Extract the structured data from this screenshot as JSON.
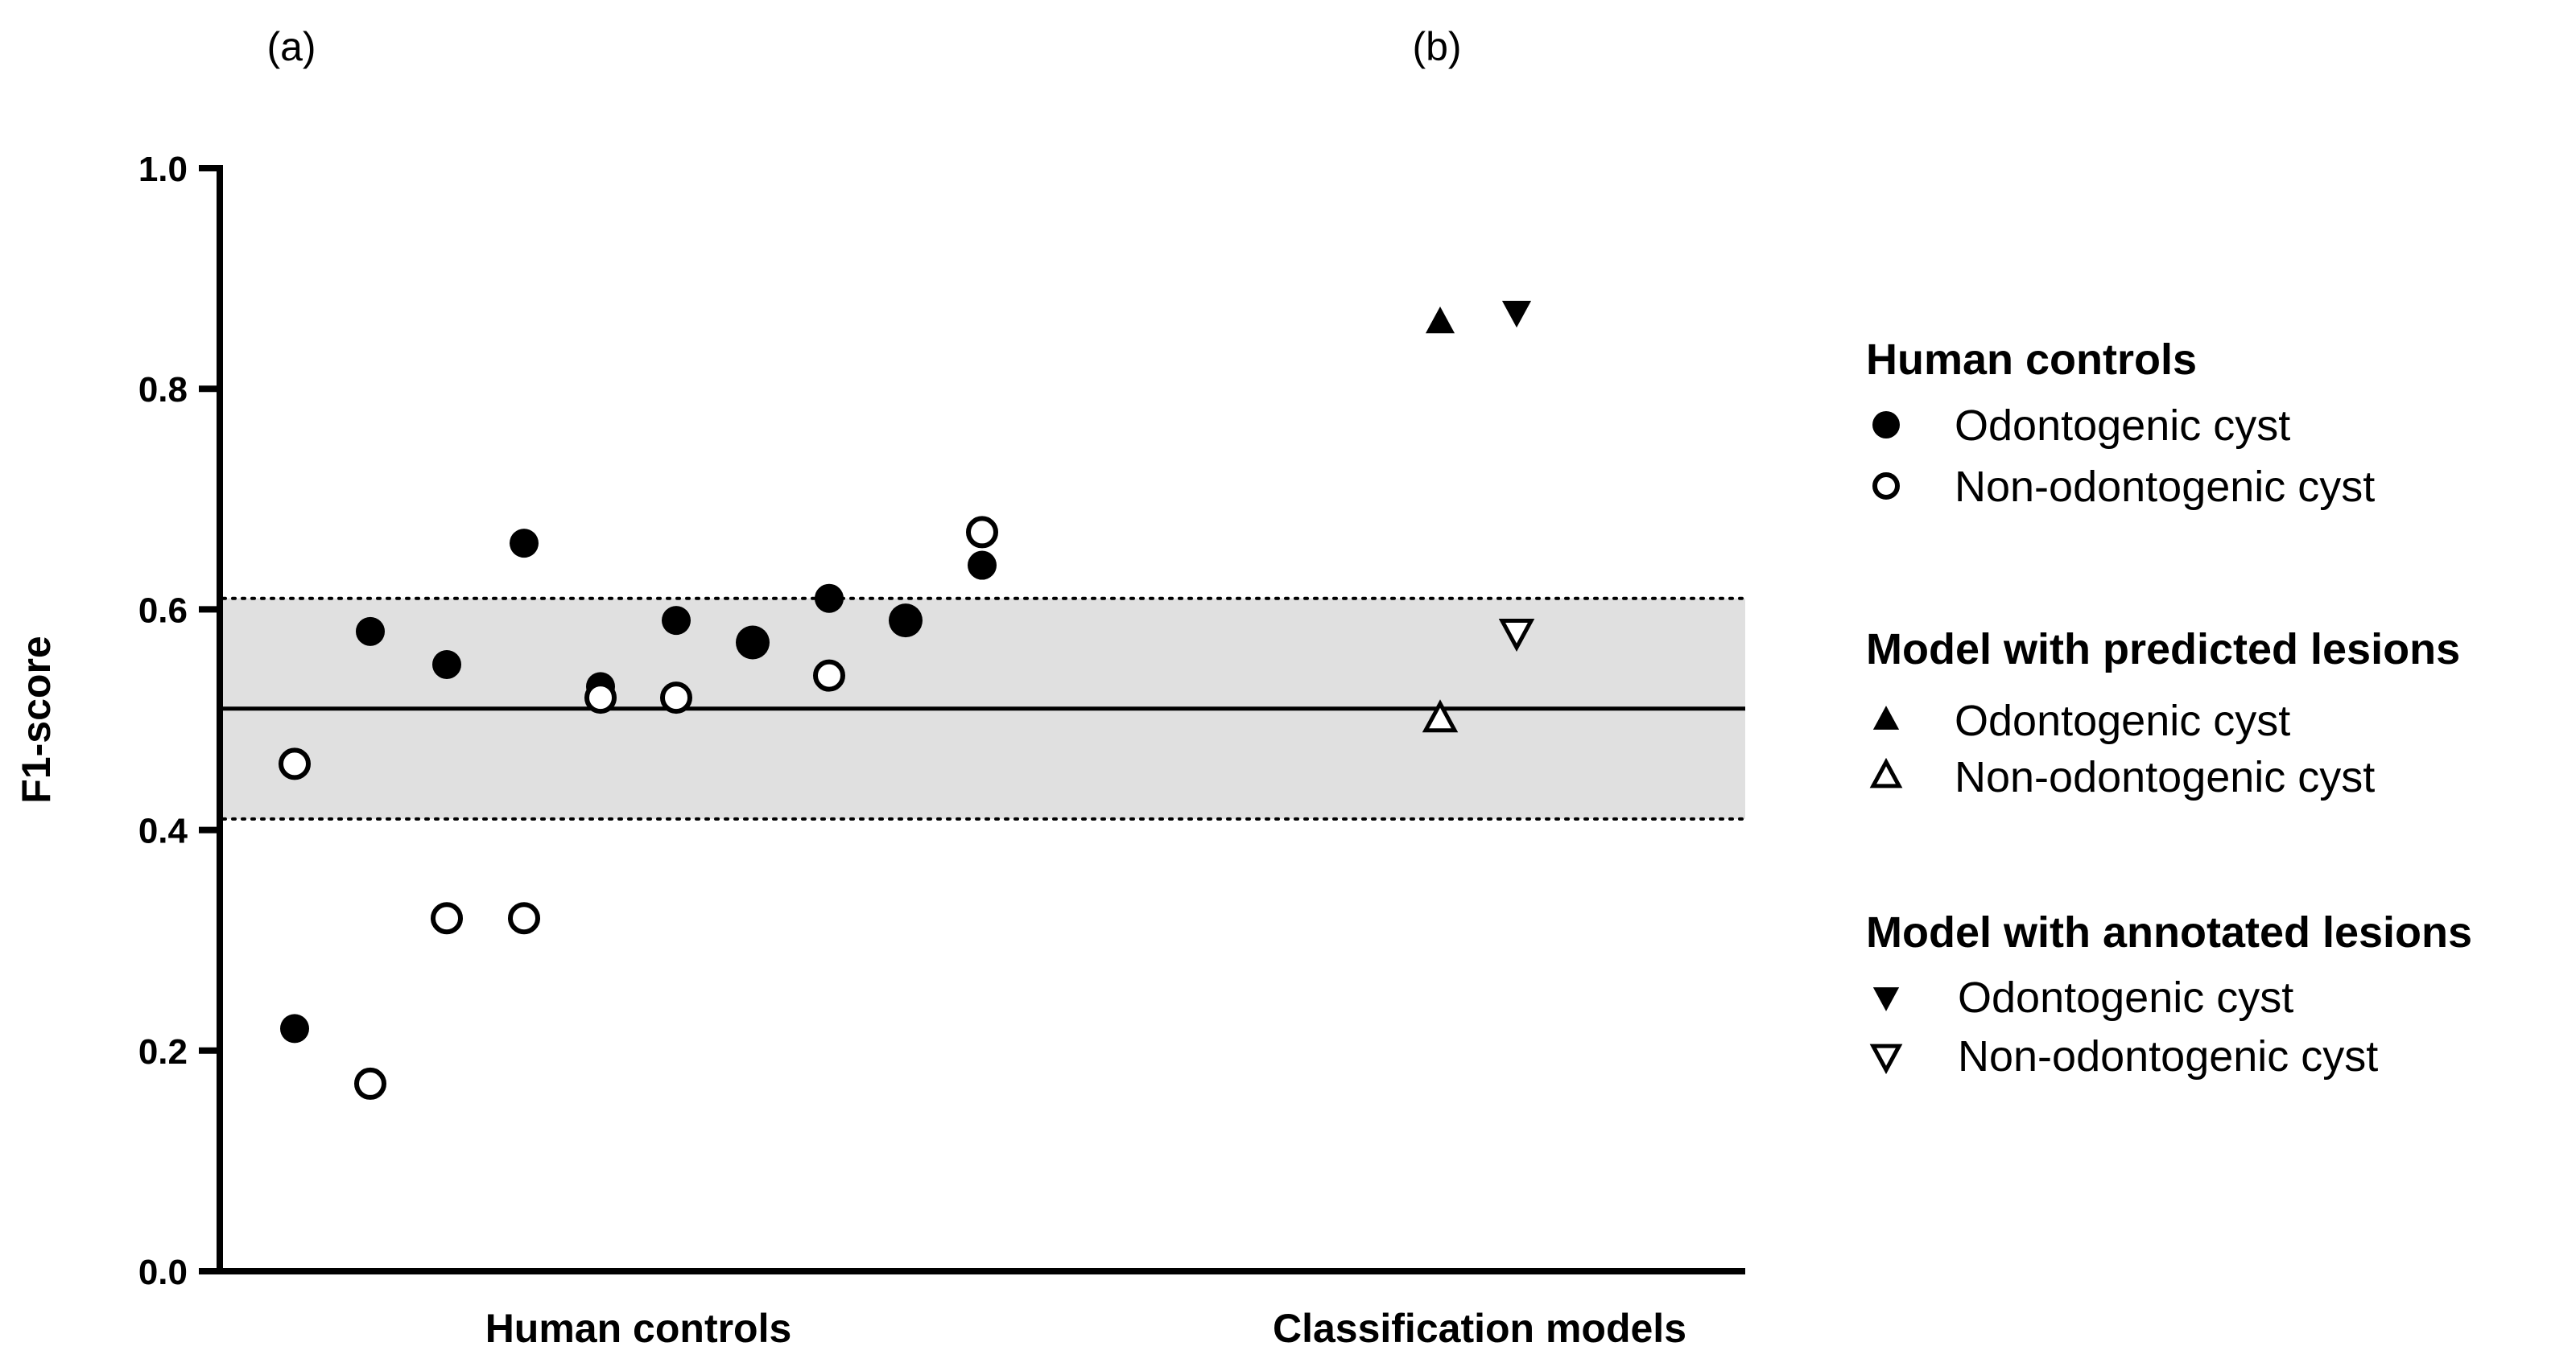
{
  "chart_data": {
    "type": "scatter",
    "ylabel": "F1-score",
    "ylim": [
      0,
      1
    ],
    "yticks": [
      "0.0",
      "0.2",
      "0.4",
      "0.6",
      "0.8",
      "1.0"
    ],
    "categories": [
      "Human controls",
      "Classification models"
    ],
    "panel_labels": [
      "(a)",
      "(b)"
    ],
    "reference": {
      "mean": 0.51,
      "lower": 0.41,
      "upper": 0.61
    },
    "series": [
      {
        "name": "Odontogenic cyst",
        "group": "Human controls",
        "marker": "filled-circle",
        "values": [
          0.22,
          0.58,
          0.55,
          0.66,
          0.53,
          0.59,
          0.57,
          0.61,
          0.59,
          0.64
        ]
      },
      {
        "name": "Non-odontogenic cyst",
        "group": "Human controls",
        "marker": "open-circle",
        "values": [
          0.46,
          0.17,
          0.32,
          0.32,
          0.52,
          0.52,
          0.54,
          0.67
        ]
      },
      {
        "name": "Odontogenic cyst",
        "group": "Model with predicted lesions",
        "marker": "filled-triangle-up",
        "values": [
          0.86
        ]
      },
      {
        "name": "Non-odontogenic cyst",
        "group": "Model with predicted lesions",
        "marker": "open-triangle-up",
        "values": [
          0.5
        ]
      },
      {
        "name": "Odontogenic cyst",
        "group": "Model with annotated lesions",
        "marker": "filled-triangle-down",
        "values": [
          0.87
        ]
      },
      {
        "name": "Non-odontogenic cyst",
        "group": "Model with annotated lesions",
        "marker": "open-triangle-down",
        "values": [
          0.58
        ]
      }
    ],
    "legend": {
      "placement": "right",
      "groups": [
        {
          "title": "Human controls",
          "items": [
            "Odontogenic cyst",
            "Non-odontogenic cyst"
          ]
        },
        {
          "title": "Model with predicted lesions",
          "items": [
            "Odontogenic cyst",
            "Non-odontogenic cyst"
          ]
        },
        {
          "title": "Model with annotated lesions",
          "items": [
            "Odontogenic cyst",
            "Non-odontogenic cyst"
          ]
        }
      ]
    }
  }
}
